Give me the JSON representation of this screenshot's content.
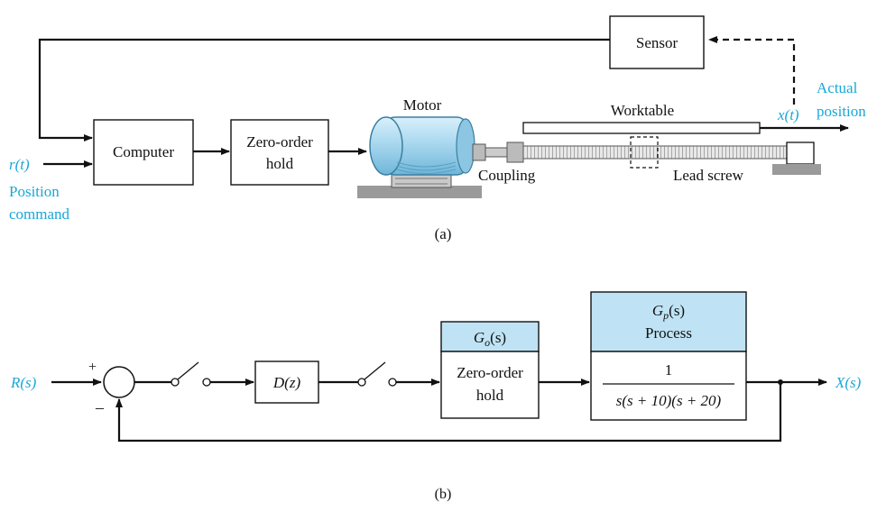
{
  "part_a": {
    "sensor_label": "Sensor",
    "computer_label": "Computer",
    "zoh_line1": "Zero-order",
    "zoh_line2": "hold",
    "motor_label": "Motor",
    "worktable_label": "Worktable",
    "coupling_label": "Coupling",
    "leadscrew_label": "Lead screw",
    "input_signal": "r(t)",
    "input_desc_line1": "Position",
    "input_desc_line2": "command",
    "output_signal": "x(t)",
    "output_desc_line1": "Actual",
    "output_desc_line2": "position",
    "caption": "(a)"
  },
  "part_b": {
    "input": "R(s)",
    "plus": "+",
    "minus": "–",
    "controller": "D(z)",
    "zoh_header": "G",
    "zoh_header_sub": "o",
    "zoh_header_arg": "(s)",
    "zoh_line1": "Zero-order",
    "zoh_line2": "hold",
    "process_header": "G",
    "process_header_sub": "p",
    "process_header_arg": "(s)",
    "process_label": "Process",
    "numerator": "1",
    "denominator": "s(s + 10)(s + 20)",
    "output": "X(s)",
    "caption": "(b)"
  },
  "colors": {
    "accent_text": "#1aa7d8",
    "header_fill": "#bfe3f4",
    "motor_body": "#a9d8ef",
    "base_gray": "#9a9a9a"
  }
}
